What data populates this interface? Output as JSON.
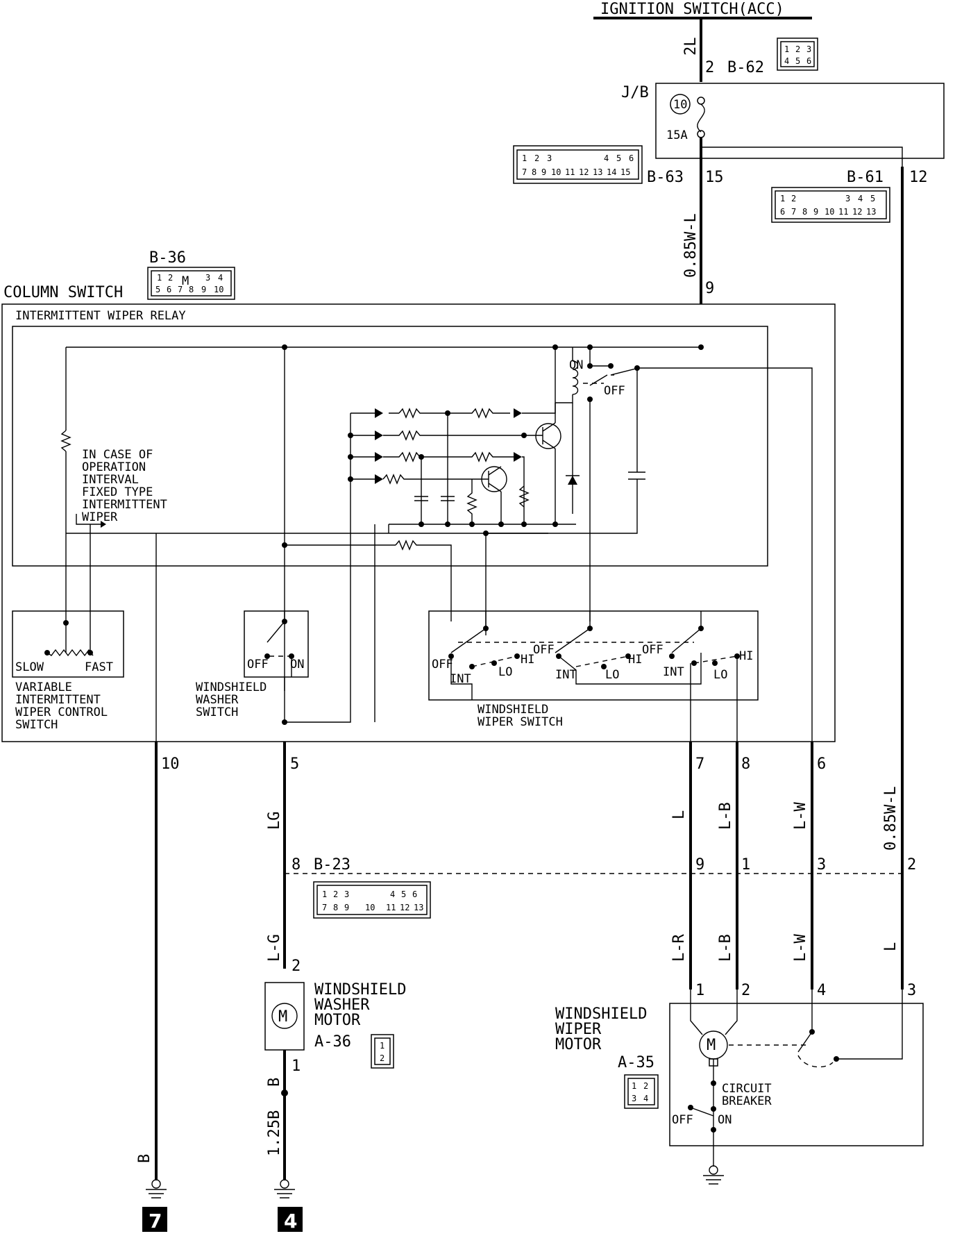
{
  "source": {
    "label": "IGNITION SWITCH(ACC)"
  },
  "junction_block": {
    "label": "J/B",
    "fuse_number": "10",
    "fuse_rating": "15A"
  },
  "column_switch": {
    "label": "COLUMN SWITCH",
    "connector": "B-36",
    "pins": [
      "1",
      "2",
      "M",
      "3",
      "4",
      "5",
      "6",
      "7",
      "8",
      "9",
      "10"
    ]
  },
  "relay": {
    "label": "INTERMITTENT WIPER RELAY",
    "switch_on": "ON",
    "switch_off": "OFF",
    "note_lines": [
      "IN CASE OF",
      "OPERATION",
      "INTERVAL",
      "FIXED TYPE",
      "INTERMITTENT",
      "WIPER"
    ]
  },
  "variable_switch": {
    "slow": "SLOW",
    "fast": "FAST",
    "lines": [
      "VARIABLE",
      "INTERMITTENT",
      "WIPER CONTROL",
      "SWITCH"
    ]
  },
  "washer_switch": {
    "off": "OFF",
    "on": "ON",
    "lines": [
      "WINDSHIELD",
      "WASHER",
      "SWITCH"
    ]
  },
  "wiper_switch": {
    "lines": [
      "WINDSHIELD",
      "WIPER SWITCH"
    ],
    "pos_off": "OFF",
    "pos_int": "INT",
    "pos_lo": "LO",
    "pos_hi": "HI"
  },
  "washer_motor": {
    "lines": [
      "WINDSHIELD",
      "WASHER",
      "MOTOR"
    ],
    "connector": "A-36",
    "pins": [
      "1",
      "2"
    ],
    "symbol": "M"
  },
  "wiper_motor": {
    "lines": [
      "WINDSHIELD",
      "WIPER",
      "MOTOR"
    ],
    "connector": "A-35",
    "pins": [
      "1",
      "2",
      "3",
      "4"
    ],
    "symbol": "M",
    "breaker_lines": [
      "CIRCUIT",
      "BREAKER"
    ],
    "breaker_off": "OFF",
    "breaker_on": "ON"
  },
  "connectors": [
    {
      "id": "B-62",
      "pins": [
        "1",
        "2",
        "3",
        "4",
        "5",
        "6"
      ]
    },
    {
      "id": "B-63",
      "pins": [
        "1",
        "2",
        "3",
        "4",
        "5",
        "6",
        "7",
        "8",
        "9",
        "10",
        "11",
        "12",
        "13",
        "14",
        "15"
      ]
    },
    {
      "id": "B-61",
      "pins": [
        "1",
        "2",
        "3",
        "4",
        "5",
        "6",
        "7",
        "8",
        "9",
        "10",
        "11",
        "12",
        "13"
      ]
    },
    {
      "id": "B-23",
      "pins": [
        "1",
        "2",
        "3",
        "4",
        "5",
        "6",
        "7",
        "8",
        "9",
        "10",
        "11",
        "12",
        "13"
      ]
    }
  ],
  "wire_labels": [
    "2L",
    "0.85W-L",
    "LG",
    "L-G",
    "B",
    "1.25B",
    "B",
    "L",
    "L-B",
    "L-W",
    "0.85W-L",
    "L-R",
    "L-B",
    "L-W",
    "L"
  ],
  "pin_numbers": [
    "2",
    "15",
    "12",
    "9",
    "10",
    "5",
    "7",
    "8",
    "6",
    "8",
    "9",
    "1",
    "3",
    "2",
    "2",
    "1",
    "1",
    "2",
    "4",
    "3"
  ],
  "ground_points": [
    "7",
    "4"
  ]
}
